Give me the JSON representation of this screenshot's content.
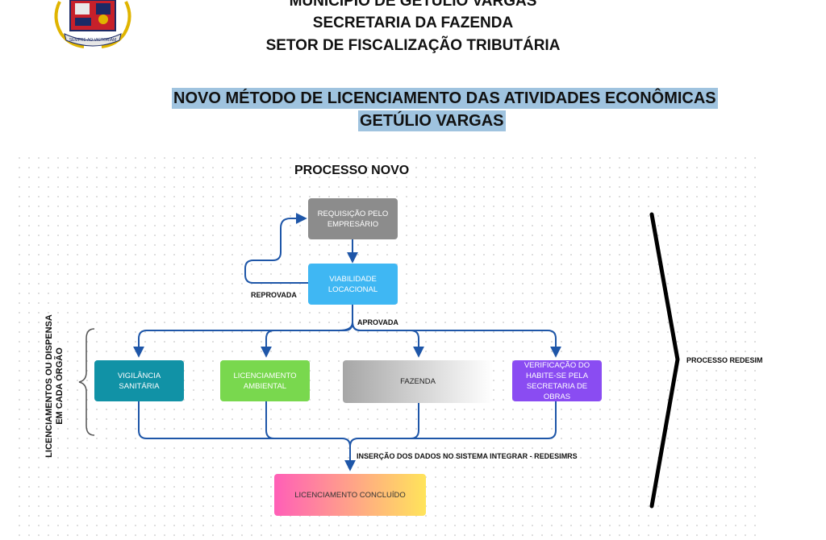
{
  "header": {
    "line1": "MUNICÍPIO DE GETÚLIO VARGAS",
    "line2": "SECRETARIA DA FAZENDA",
    "line3": "SETOR DE FISCALIZAÇÃO TRIBUTÁRIA",
    "emblem_motto": "SEMPRE AO VICTORIAM"
  },
  "title": {
    "line1": "NOVO MÉTODO DE LICENCIAMENTO DAS ATIVIDADES ECONÔMICAS",
    "line2": "GETÚLIO VARGAS"
  },
  "diagram": {
    "heading": "PROCESSO NOVO",
    "nodes": {
      "requisicao": "REQUISIÇÃO PELO EMPRESÁRIO",
      "viabilidade": "VIABILIDADE LOCACIONAL",
      "vigilancia": "VIGILÂNCIA SANITÁRIA",
      "ambiental": "LICENCIAMENTO AMBIENTAL",
      "fazenda": "FAZENDA",
      "habite": "VERIFICAÇÃO DO HABITE-SE PELA SECRETARIA DE OBRAS",
      "concluido": "LICENCIAMENTO CONCLUÍDO"
    },
    "labels": {
      "reprovada": "REPROVADA",
      "aprovada": "APROVADA",
      "insercao": "INSERÇÃO DOS DADOS NO SISTEMA INTEGRAR - REDESIMRS",
      "left_group_line1": "LICENCIAMENTOS OU DISPENSA",
      "left_group_line2": "EM CADA ÓRGÃO",
      "redesim": "PROCESSO REDESIM"
    },
    "colors": {
      "requisicao": "#8c8c8c",
      "viabilidade": "#3fb7f3",
      "vigilancia": "#1192a6",
      "ambiental": "#79d84e",
      "fazenda_from": "#a6a6a6",
      "fazenda_to": "#ffffff",
      "habite": "#8a4cf2",
      "concluido_from": "#ff5fb7",
      "concluido_to": "#ffe45b",
      "connector": "#1e56a8",
      "title_highlight": "#9fc3df"
    }
  }
}
